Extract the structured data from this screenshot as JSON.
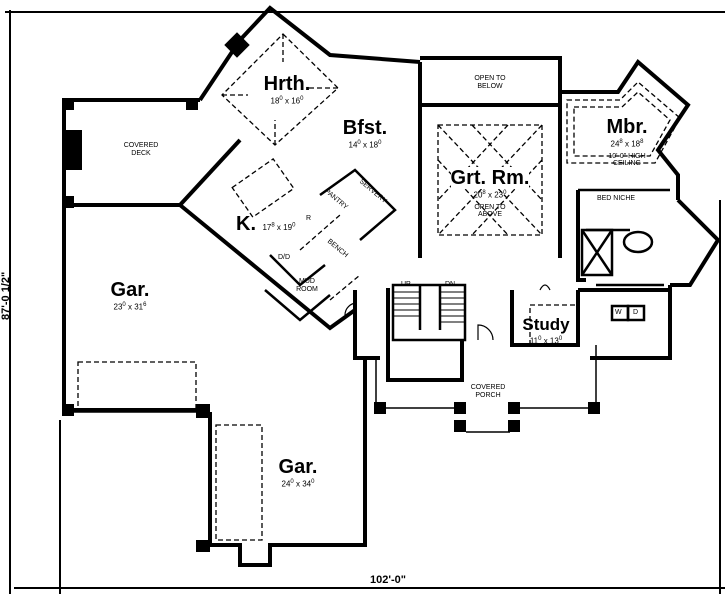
{
  "plan": {
    "overall_width": "102'-0\"",
    "overall_depth": "87'-0 1/2\""
  },
  "rooms": {
    "hearth": {
      "name": "Hrth.",
      "w": "18",
      "w_in": "0",
      "d": "16",
      "d_in": "0"
    },
    "breakfast": {
      "name": "Bfst.",
      "w": "14",
      "w_in": "0",
      "d": "18",
      "d_in": "0"
    },
    "great_room": {
      "name": "Grt. Rm.",
      "w": "20",
      "w_in": "8",
      "d": "23",
      "d_in": "0",
      "note": "OPEN TO ABOVE"
    },
    "master": {
      "name": "Mbr.",
      "w": "24",
      "w_in": "8",
      "d": "18",
      "d_in": "8",
      "note": "10'-0\" HIGH CEILING"
    },
    "kitchen": {
      "name": "K.",
      "w": "17",
      "w_in": "8",
      "d": "19",
      "d_in": "0"
    },
    "garage1": {
      "name": "Gar.",
      "w": "23",
      "w_in": "0",
      "d": "31",
      "d_in": "6"
    },
    "garage2": {
      "name": "Gar.",
      "w": "24",
      "w_in": "0",
      "d": "34",
      "d_in": "0"
    },
    "study": {
      "name": "Study",
      "w": "11",
      "w_in": "0",
      "d": "13",
      "d_in": "0"
    }
  },
  "labels": {
    "open_to_below": "OPEN TO BELOW",
    "covered_deck": "COVERED DECK",
    "covered_porch": "COVERED PORCH",
    "bed_niche": "BED NICHE",
    "pantry": "PANTRY",
    "servery": "SERVERY",
    "bench": "BENCH",
    "mud_room": "MUD ROOM",
    "up": "UP",
    "dn": "DN",
    "refrigerator": "R",
    "dishwasher": "D/D",
    "washer": "W",
    "dryer": "D"
  }
}
